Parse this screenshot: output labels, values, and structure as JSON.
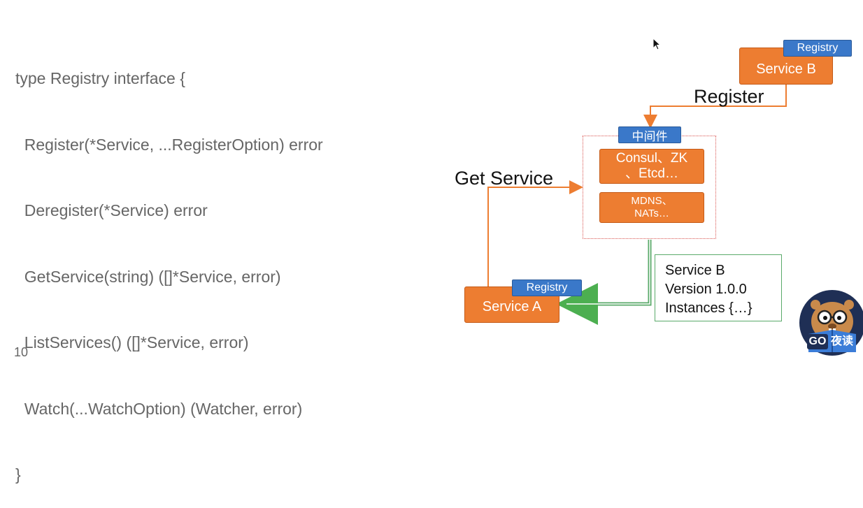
{
  "code_lines": [
    "type Registry interface {",
    "  Register(*Service, ...RegisterOption) error",
    "  Deregister(*Service) error",
    "  GetService(string) ([]*Service, error)",
    "  ListServices() ([]*Service, error)",
    "  Watch(...WatchOption) (Watcher, error)",
    "}"
  ],
  "slide_number": "10",
  "diagram": {
    "service_b": {
      "label": "Service B",
      "tag": "Registry"
    },
    "service_a": {
      "label": "Service A",
      "tag": "Registry"
    },
    "register_label": "Register",
    "get_service_label": "Get Service",
    "middleware": {
      "tag": "中间件",
      "box1_line1": "Consul、ZK",
      "box1_line2": "、Etcd…",
      "box2_line1": "MDNS、",
      "box2_line2": "NATs…"
    },
    "info": {
      "line1": "Service B",
      "line2": "Version 1.0.0",
      "line3": "Instances {…}"
    }
  },
  "mascot": {
    "badge": "GO",
    "text": "夜读"
  },
  "colors": {
    "orange": "#ed7d31",
    "blue_tag": "#3a78c9",
    "green_arrow": "#5aaa6a",
    "code_text": "#666666"
  }
}
